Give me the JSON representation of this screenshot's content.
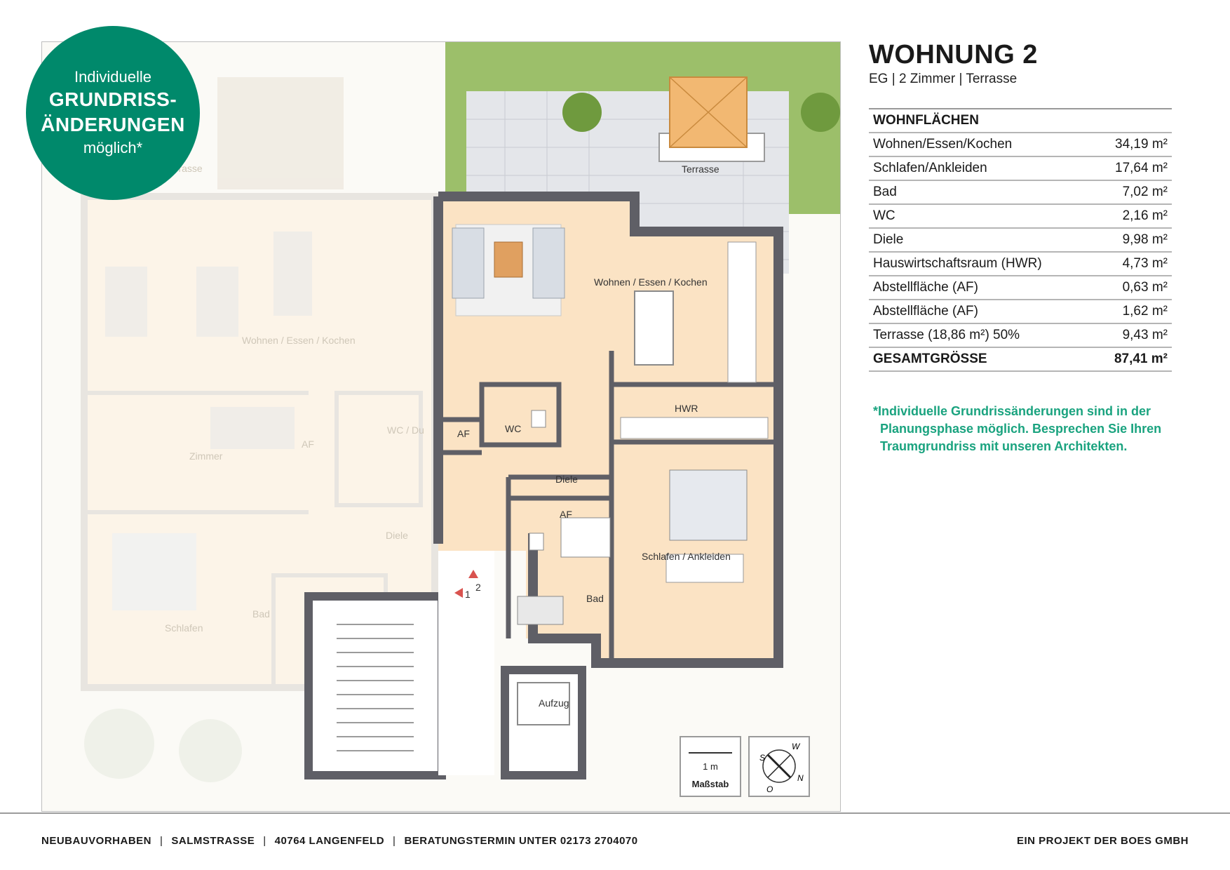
{
  "badge": {
    "line1": "Individuelle",
    "line2": "GRUNDRISS-",
    "line3": "ÄNDERUNGEN",
    "line4": "möglich*"
  },
  "apartment": {
    "title": "WOHNUNG 2",
    "subtitle": "EG | 2 Zimmer | Terrasse"
  },
  "areas": {
    "heading": "WOHNFLÄCHEN",
    "rows": [
      {
        "label": "Wohnen/Essen/Kochen",
        "value": "34,19 m²"
      },
      {
        "label": "Schlafen/Ankleiden",
        "value": "17,64 m²"
      },
      {
        "label": "Bad",
        "value": "7,02 m²"
      },
      {
        "label": "WC",
        "value": "2,16 m²"
      },
      {
        "label": "Diele",
        "value": "9,98 m²"
      },
      {
        "label": "Hauswirtschaftsraum (HWR)",
        "value": "4,73 m²"
      },
      {
        "label": "Abstellfläche (AF)",
        "value": "0,63 m²"
      },
      {
        "label": "Abstellfläche (AF)",
        "value": "1,62 m²"
      },
      {
        "label": "Terrasse (18,86 m²) 50%",
        "value": "9,43 m²"
      }
    ],
    "total_label": "GESAMTGRÖSSE",
    "total_value": "87,41 m²"
  },
  "note": {
    "line1": "*Individuelle Grundrissänderungen sind in der",
    "line2": "Planungsphase möglich. Besprechen Sie Ihren",
    "line3": "Traumgrundriss mit unseren Architekten."
  },
  "plan": {
    "labels": {
      "terrasse": "Terrasse",
      "wohnen": "Wohnen / Essen / Kochen",
      "hwr": "HWR",
      "wc": "WC",
      "af1": "AF",
      "af2": "AF",
      "diele": "Diele",
      "schlafen": "Schlafen / Ankleiden",
      "bad": "Bad",
      "aufzug": "Aufzug",
      "entry1": "1",
      "entry2": "2",
      "faded_wohnen": "Wohnen / Essen / Kochen",
      "faded_zimmer": "Zimmer",
      "faded_af": "AF",
      "faded_wcdu": "WC / Du",
      "faded_diele": "Diele",
      "faded_bad": "Bad",
      "faded_schlafen": "Schlafen",
      "faded_terrasse": "Terrasse"
    },
    "scale": {
      "length": "1 m",
      "label": "Maßstab"
    },
    "compass": {
      "w": "W",
      "s": "S",
      "n": "N",
      "o": "O"
    },
    "colors": {
      "floor": "#fbe3c4",
      "wall": "#5f5f66",
      "grass": "#9cbf6a",
      "paving": "#e4e6ea",
      "accent": "#00896b"
    }
  },
  "footer": {
    "items": [
      "NEUBAUVORHABEN",
      "SALMSTRASSE",
      "40764 LANGENFELD",
      "BERATUNGSTERMIN UNTER 02173 2704070"
    ],
    "separator": "|",
    "right": "EIN PROJEKT DER BOES GMBH"
  }
}
